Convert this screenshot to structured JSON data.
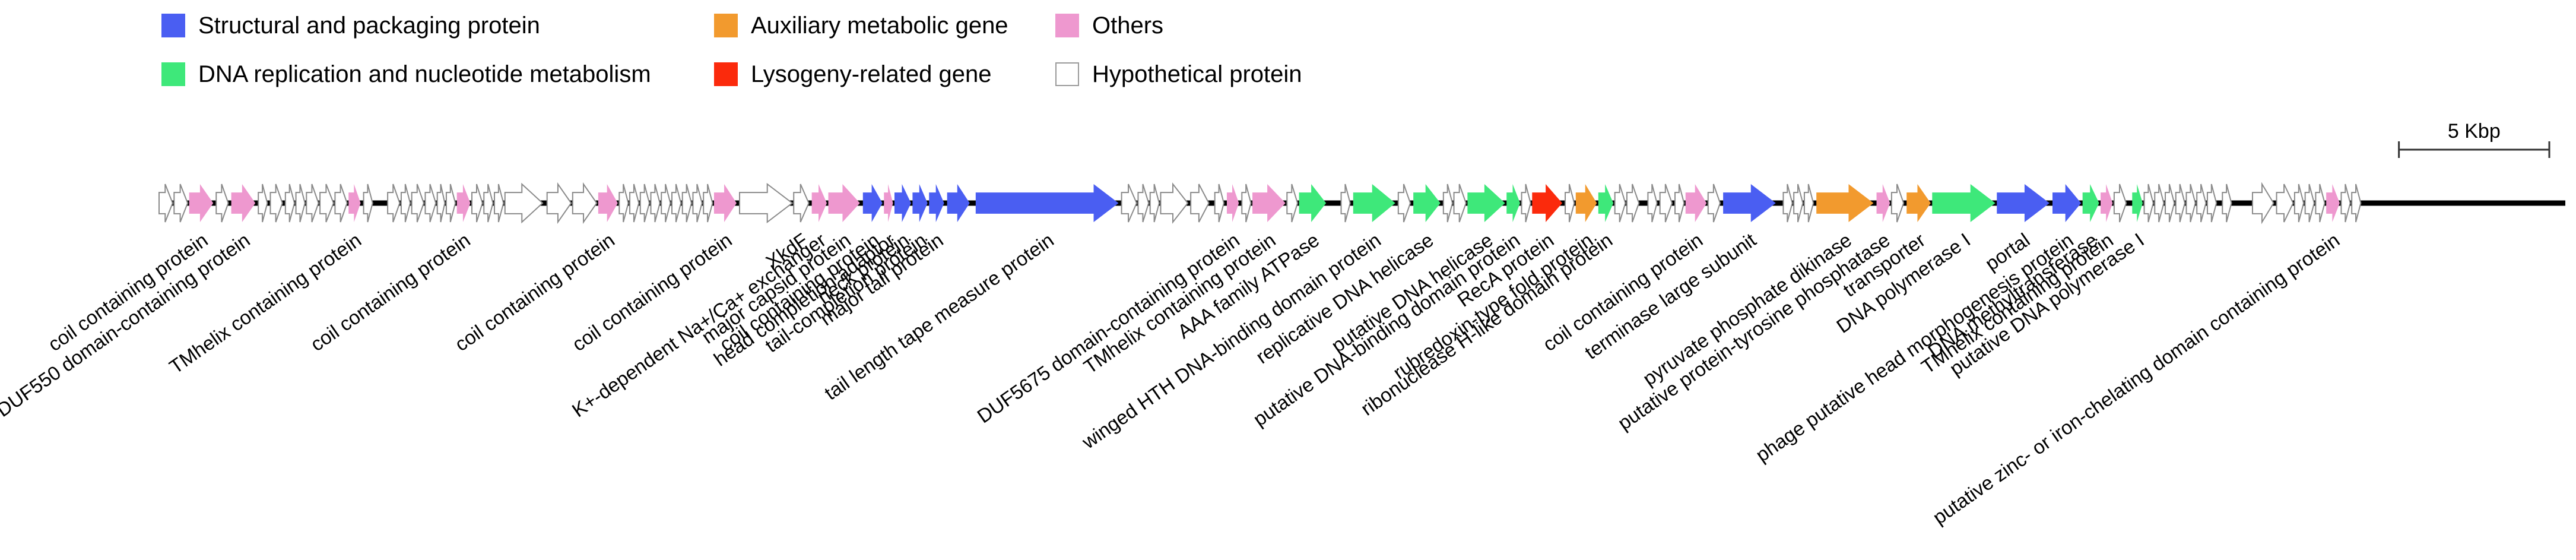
{
  "colors": {
    "structural": "#4a5ef2",
    "replication": "#3ee87a",
    "auxiliary": "#f29a2e",
    "lysogeny": "#fb2a0c",
    "others": "#ee98cf",
    "hypothetical": "#ffffff"
  },
  "legend": [
    {
      "category": "structural",
      "label": "Structural and packaging protein"
    },
    {
      "category": "auxiliary",
      "label": "Auxiliary metabolic gene"
    },
    {
      "category": "others",
      "label": "Others"
    },
    {
      "category": "replication",
      "label": "DNA replication and nucleotide metabolism"
    },
    {
      "category": "lysogeny",
      "label": "Lysogeny-related gene"
    },
    {
      "category": "hypothetical",
      "label": "Hypothetical protein"
    }
  ],
  "scale_bar": {
    "label": "5 Kbp",
    "length_kbp": 5
  },
  "genome": {
    "length_kbp": 80
  },
  "genes": [
    {
      "s": 0.0,
      "e": 0.45,
      "c": "hypothetical"
    },
    {
      "s": 0.5,
      "e": 0.95,
      "c": "hypothetical"
    },
    {
      "s": 1.0,
      "e": 1.8,
      "c": "others",
      "label": "coil containing protein"
    },
    {
      "s": 1.9,
      "e": 2.3,
      "c": "hypothetical"
    },
    {
      "s": 2.4,
      "e": 3.2,
      "c": "others",
      "label": "DUF550 domain-containing protein"
    },
    {
      "s": 3.3,
      "e": 3.6,
      "c": "hypothetical"
    },
    {
      "s": 3.7,
      "e": 4.1,
      "c": "hypothetical"
    },
    {
      "s": 4.2,
      "e": 4.5,
      "c": "hypothetical"
    },
    {
      "s": 4.55,
      "e": 4.85,
      "c": "hypothetical"
    },
    {
      "s": 4.9,
      "e": 5.3,
      "c": "hypothetical"
    },
    {
      "s": 5.35,
      "e": 5.8,
      "c": "hypothetical"
    },
    {
      "s": 5.85,
      "e": 6.25,
      "c": "hypothetical"
    },
    {
      "s": 6.3,
      "e": 6.7,
      "c": "others",
      "label": "TMhelix containing protein"
    },
    {
      "s": 6.8,
      "e": 7.1,
      "c": "hypothetical"
    },
    {
      "s": 7.6,
      "e": 8.0,
      "c": "hypothetical"
    },
    {
      "s": 8.05,
      "e": 8.35,
      "c": "hypothetical"
    },
    {
      "s": 8.4,
      "e": 8.8,
      "c": "hypothetical"
    },
    {
      "s": 8.85,
      "e": 9.2,
      "c": "hypothetical"
    },
    {
      "s": 9.25,
      "e": 9.5,
      "c": "hypothetical"
    },
    {
      "s": 9.55,
      "e": 9.85,
      "c": "hypothetical"
    },
    {
      "s": 9.9,
      "e": 10.35,
      "c": "others",
      "label": "coil containing protein"
    },
    {
      "s": 10.4,
      "e": 10.75,
      "c": "hypothetical"
    },
    {
      "s": 10.8,
      "e": 11.1,
      "c": "hypothetical"
    },
    {
      "s": 11.15,
      "e": 11.45,
      "c": "hypothetical"
    },
    {
      "s": 11.5,
      "e": 12.75,
      "c": "hypothetical"
    },
    {
      "s": 12.9,
      "e": 13.7,
      "c": "hypothetical"
    },
    {
      "s": 13.75,
      "e": 14.55,
      "c": "hypothetical"
    },
    {
      "s": 14.6,
      "e": 15.25,
      "c": "others",
      "label": "coil containing protein"
    },
    {
      "s": 15.3,
      "e": 15.6,
      "c": "hypothetical"
    },
    {
      "s": 15.65,
      "e": 15.95,
      "c": "hypothetical"
    },
    {
      "s": 16.0,
      "e": 16.3,
      "c": "hypothetical"
    },
    {
      "s": 16.35,
      "e": 16.65,
      "c": "hypothetical"
    },
    {
      "s": 16.7,
      "e": 17.0,
      "c": "hypothetical"
    },
    {
      "s": 17.05,
      "e": 17.35,
      "c": "hypothetical"
    },
    {
      "s": 17.4,
      "e": 17.7,
      "c": "hypothetical"
    },
    {
      "s": 17.75,
      "e": 18.05,
      "c": "hypothetical"
    },
    {
      "s": 18.1,
      "e": 18.4,
      "c": "hypothetical"
    },
    {
      "s": 18.45,
      "e": 19.2,
      "c": "others",
      "label": "coil containing protein"
    },
    {
      "s": 19.3,
      "e": 21.05,
      "c": "hypothetical"
    },
    {
      "s": 21.1,
      "e": 21.6,
      "c": "hypothetical",
      "label": "XkdF"
    },
    {
      "s": 21.7,
      "e": 22.2,
      "c": "others",
      "label": "K+-dependent Na+/Ca+ exchanger"
    },
    {
      "s": 22.25,
      "e": 23.3,
      "c": "others",
      "label": "major capsid protein"
    },
    {
      "s": 23.4,
      "e": 24.05,
      "c": "structural",
      "label": "coil containing protein"
    },
    {
      "s": 24.1,
      "e": 24.4,
      "c": "others",
      "label": "head completion adaptor"
    },
    {
      "s": 24.45,
      "e": 25.0,
      "c": "structural",
      "label": "neck protein"
    },
    {
      "s": 25.05,
      "e": 25.55,
      "c": "structural",
      "label": "tail-completion protein"
    },
    {
      "s": 25.6,
      "e": 26.1,
      "c": "structural",
      "label": "major tail protein"
    },
    {
      "s": 26.2,
      "e": 26.95,
      "c": "structural"
    },
    {
      "s": 27.15,
      "e": 31.9,
      "c": "structural",
      "label": "tail length tape measure protein"
    },
    {
      "s": 32.0,
      "e": 32.5,
      "c": "hypothetical"
    },
    {
      "s": 32.55,
      "e": 32.9,
      "c": "hypothetical"
    },
    {
      "s": 32.95,
      "e": 33.25,
      "c": "hypothetical"
    },
    {
      "s": 33.3,
      "e": 34.2,
      "c": "hypothetical"
    },
    {
      "s": 34.3,
      "e": 34.9,
      "c": "hypothetical"
    },
    {
      "s": 35.1,
      "e": 35.4,
      "c": "hypothetical"
    },
    {
      "s": 35.5,
      "e": 35.9,
      "c": "others",
      "label": "DUF5675 domain-containing protein"
    },
    {
      "s": 36.0,
      "e": 36.3,
      "c": "hypothetical"
    },
    {
      "s": 36.35,
      "e": 37.45,
      "c": "others",
      "label": "TMhelix containing protein"
    },
    {
      "s": 37.5,
      "e": 37.85,
      "c": "hypothetical"
    },
    {
      "s": 37.9,
      "e": 38.8,
      "c": "replication",
      "label": "AAA family ATPase"
    },
    {
      "s": 39.3,
      "e": 39.6,
      "c": "hypothetical"
    },
    {
      "s": 39.7,
      "e": 41.1,
      "c": "replication",
      "label": "winged HTH DNA-binding domain protein"
    },
    {
      "s": 41.2,
      "e": 41.6,
      "c": "hypothetical"
    },
    {
      "s": 41.7,
      "e": 42.6,
      "c": "replication",
      "label": "replicative DNA helicase"
    },
    {
      "s": 42.7,
      "e": 43.0,
      "c": "hypothetical"
    },
    {
      "s": 43.05,
      "e": 43.45,
      "c": "hypothetical"
    },
    {
      "s": 43.5,
      "e": 44.75,
      "c": "replication",
      "label": "putative DNA helicase"
    },
    {
      "s": 44.8,
      "e": 45.25,
      "c": "replication",
      "label": "putative DNA-binding domain protein"
    },
    {
      "s": 45.3,
      "e": 45.6,
      "c": "hypothetical"
    },
    {
      "s": 45.65,
      "e": 46.65,
      "c": "lysogeny",
      "label": "RecA protein"
    },
    {
      "s": 46.75,
      "e": 47.05,
      "c": "hypothetical"
    },
    {
      "s": 47.1,
      "e": 47.8,
      "c": "auxiliary",
      "label": "rubredoxin-type fold protein"
    },
    {
      "s": 47.85,
      "e": 48.35,
      "c": "replication",
      "label": "ribonuclease H-like domain protein"
    },
    {
      "s": 48.4,
      "e": 48.75,
      "c": "hypothetical"
    },
    {
      "s": 48.8,
      "e": 49.2,
      "c": "hypothetical"
    },
    {
      "s": 49.5,
      "e": 49.8,
      "c": "hypothetical"
    },
    {
      "s": 49.9,
      "e": 50.3,
      "c": "hypothetical"
    },
    {
      "s": 50.4,
      "e": 50.7,
      "c": "hypothetical"
    },
    {
      "s": 50.75,
      "e": 51.45,
      "c": "others",
      "label": "coil containing protein"
    },
    {
      "s": 51.5,
      "e": 51.9,
      "c": "hypothetical"
    },
    {
      "s": 52.0,
      "e": 53.75,
      "c": "structural",
      "label": "terminase large subunit"
    },
    {
      "s": 54.0,
      "e": 54.3,
      "c": "hypothetical"
    },
    {
      "s": 54.35,
      "e": 54.65,
      "c": "hypothetical"
    },
    {
      "s": 54.7,
      "e": 55.0,
      "c": "hypothetical"
    },
    {
      "s": 55.1,
      "e": 57.0,
      "c": "auxiliary",
      "label": "pyruvate phosphate dikinase"
    },
    {
      "s": 57.1,
      "e": 57.55,
      "c": "others",
      "label": "putative protein-tyrosine phosphatase"
    },
    {
      "s": 57.6,
      "e": 58.0,
      "c": "hypothetical"
    },
    {
      "s": 58.1,
      "e": 58.9,
      "c": "auxiliary",
      "label": "transporter"
    },
    {
      "s": 58.95,
      "e": 61.05,
      "c": "replication",
      "label": "DNA polymerase I"
    },
    {
      "s": 61.1,
      "e": 62.85,
      "c": "structural",
      "label": "portal"
    },
    {
      "s": 62.95,
      "e": 63.9,
      "c": "structural",
      "label": "phage putative head morphogenesis protein"
    },
    {
      "s": 63.95,
      "e": 64.5,
      "c": "replication",
      "label": "DNA methyltransferase"
    },
    {
      "s": 64.55,
      "e": 64.95,
      "c": "others",
      "label": "TMhelix containing protein"
    },
    {
      "s": 65.0,
      "e": 65.4,
      "c": "hypothetical"
    },
    {
      "s": 65.6,
      "e": 65.95,
      "c": "replication",
      "label": "putative DNA polymerase I"
    },
    {
      "s": 66.0,
      "e": 66.3,
      "c": "hypothetical"
    },
    {
      "s": 66.35,
      "e": 66.65,
      "c": "hypothetical"
    },
    {
      "s": 66.7,
      "e": 67.0,
      "c": "hypothetical"
    },
    {
      "s": 67.05,
      "e": 67.35,
      "c": "hypothetical"
    },
    {
      "s": 67.4,
      "e": 67.7,
      "c": "hypothetical"
    },
    {
      "s": 67.75,
      "e": 68.05,
      "c": "hypothetical"
    },
    {
      "s": 68.1,
      "e": 68.4,
      "c": "hypothetical"
    },
    {
      "s": 68.6,
      "e": 68.9,
      "c": "hypothetical"
    },
    {
      "s": 69.6,
      "e": 70.3,
      "c": "hypothetical"
    },
    {
      "s": 70.4,
      "e": 70.95,
      "c": "hypothetical"
    },
    {
      "s": 71.0,
      "e": 71.3,
      "c": "hypothetical"
    },
    {
      "s": 71.35,
      "e": 71.65,
      "c": "hypothetical"
    },
    {
      "s": 71.7,
      "e": 72.0,
      "c": "hypothetical"
    },
    {
      "s": 72.05,
      "e": 72.5,
      "c": "others",
      "label": "putative zinc- or iron-chelating domain containing protein"
    },
    {
      "s": 72.55,
      "e": 72.85,
      "c": "hypothetical"
    },
    {
      "s": 72.9,
      "e": 73.2,
      "c": "hypothetical"
    }
  ]
}
